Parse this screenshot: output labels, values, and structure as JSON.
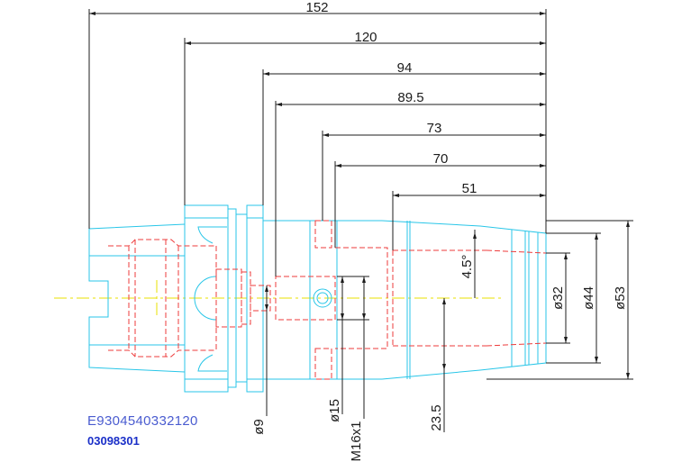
{
  "colors": {
    "outline": "#29c6e8",
    "hidden": "#ee3b3b",
    "centerline": "#e8e000",
    "dimension": "#1c1c1c",
    "part_code": "#4a5cd0",
    "part_number": "#1a2fc8"
  },
  "dimensions": {
    "length_152": "152",
    "length_120": "120",
    "length_94": "94",
    "length_89_5": "89.5",
    "length_73": "73",
    "length_70": "70",
    "length_51": "51",
    "angle": "4.5°",
    "dia_32": "ø32",
    "dia_44": "ø44",
    "dia_53": "ø53",
    "dia_9": "ø9",
    "dia_15": "ø15",
    "thread": "M16x1",
    "offset_23_5": "23.5"
  },
  "labels": {
    "part_code": "E9304540332120",
    "part_number": "03098301"
  }
}
